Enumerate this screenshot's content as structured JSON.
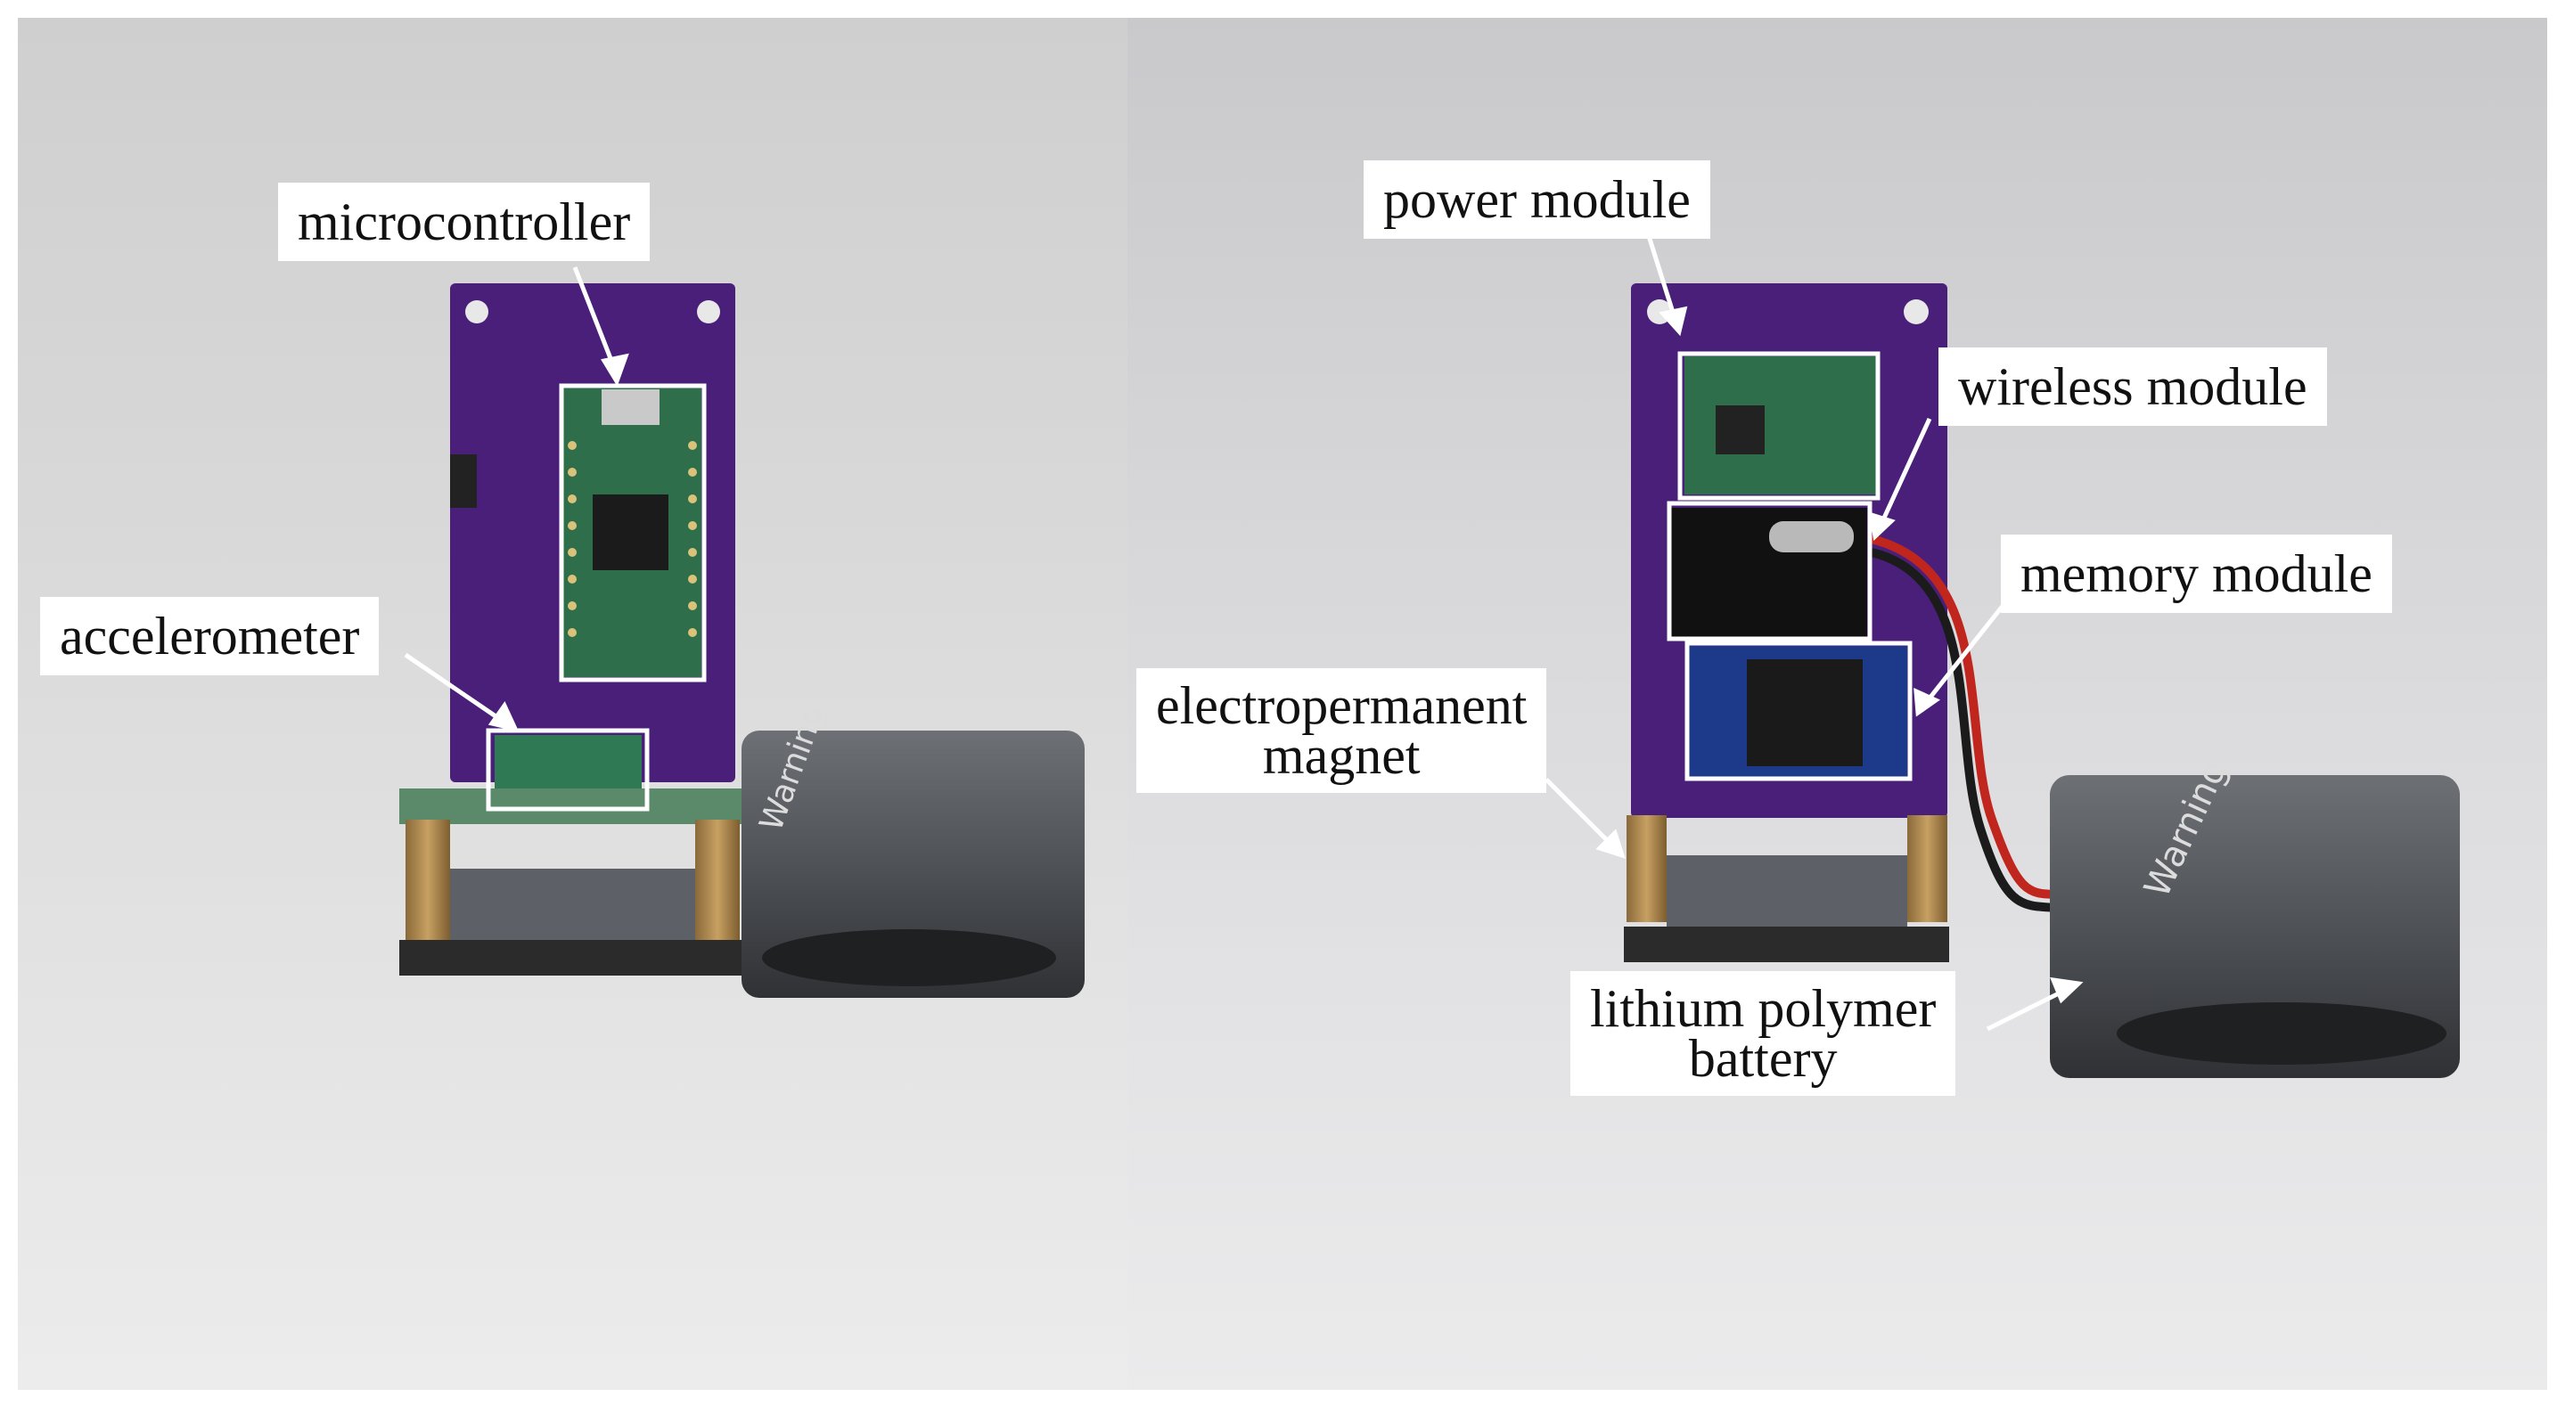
{
  "labels": {
    "microcontroller": "microcontroller",
    "accelerometer": "accelerometer",
    "power_module": "power module",
    "wireless_module": "wireless module",
    "memory_module": "memory module",
    "electropermanent_magnet_line1": "electropermanent",
    "electropermanent_magnet_line2": "magnet",
    "lipo_line1": "lithium polymer",
    "lipo_line2": "battery"
  },
  "battery_text": "Warning",
  "colors": {
    "pcb": "#4a1f7a",
    "module_green": "#2f6e4a",
    "label_bg": "#ffffff",
    "callout": "#ffffff"
  }
}
